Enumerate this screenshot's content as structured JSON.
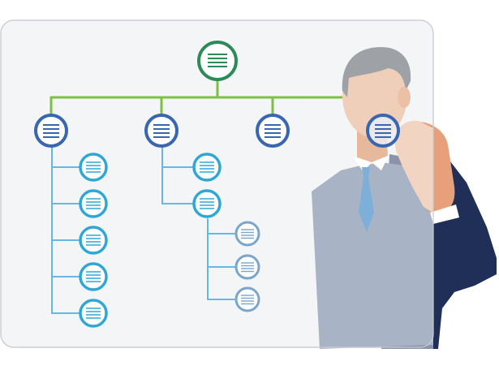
{
  "colors": {
    "background": "#ffffff",
    "board_fill": "#f4f5f7",
    "board_border": "#c9ccd1",
    "root_node": "#2e8b57",
    "root_connector": "#7cc142",
    "level1_node": "#3866b0",
    "level2_node": "#2ea7d6",
    "level3_node": "#7ba6c9",
    "connector_blue": "#64b8e2",
    "suit_vest": "#a9b3c6",
    "suit_jacket": "#1f2f58",
    "shirt": "#ffffff",
    "tie": "#7dafd9",
    "skin": "#f0c6a8",
    "skin_shadow": "#e8a07a",
    "hair": "#9ea1a5"
  },
  "icons": {
    "node_icon": "list-lines-icon"
  },
  "diagram": {
    "root": {
      "icon": "list-lines-icon"
    },
    "branches": [
      {
        "child_count": 5
      },
      {
        "child_count": 2,
        "expanded_child": 2,
        "grandchild_count": 3
      },
      {
        "child_count": 0
      },
      {
        "child_count": 0
      }
    ]
  }
}
